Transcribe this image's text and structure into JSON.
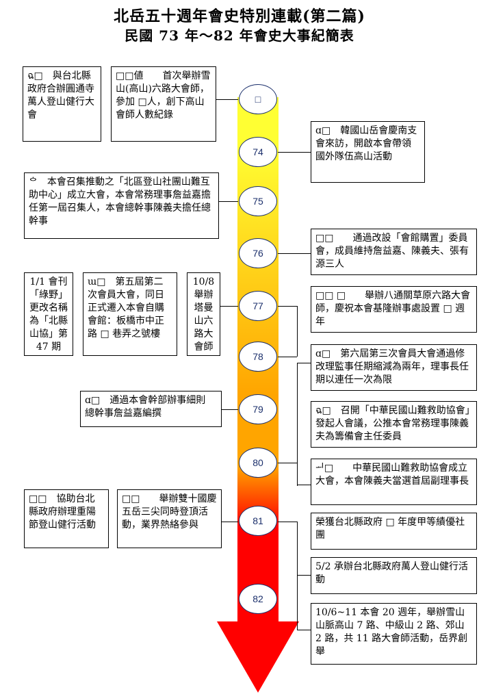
{
  "header": {
    "title": "北岳五十週年會史特別連載(第二篇)",
    "subtitle": "民國 73 年～82 年會史大事紀簡表"
  },
  "colors": {
    "arrow_top": "#ffff33",
    "arrow_mid": "#ffa500",
    "arrow_bottom": "#ff0000",
    "circle_text": "#1b2f6b"
  },
  "years": [
    "□",
    "74",
    "75",
    "76",
    "77",
    "78",
    "79",
    "80",
    "81",
    "82"
  ],
  "events": {
    "l_73a": "ฉ□　與台北縣政府合辦圓通寺萬人登山健行大會",
    "l_73b": "□□値　　首次舉辦雪山(高山)六路大會師，參加 □人，創下高山會師人數紀錄",
    "r_74": "ɑ□　韓國山岳會慶南支會來訪，開啟本會帶領國外隊伍高山活動",
    "l_75": "ᅌ　本會召集推動之「北區登山社團山難互助中心」成立大會，本會常務理事詹益嘉擔任第一屆召集人，本會總幹事陳義夫擔任總幹事",
    "r_76": "□□　　通過改設「會館購置」委員會，成員維持詹益嘉、陳義夫、張有源三人",
    "l_77a": "1/1 會刊「綠野」更改名稱為「北縣山協」第 47 期",
    "l_77b": "ɯ□　第五屆第二次會員大會，同日正式遷入本會自購會館：板橋市中正路 □ 巷弄之號樓",
    "l_77c": "10/8 舉辦塔曼山六路大會師",
    "r_77": "□□ □　　舉辦八通關草原六路大會師，慶祝本會基隆辦事處設置 □ 週年",
    "r_78": "ɑ□　第六屆第三次會員大會通過修改理監事任期縮減為兩年，理事長任期以連任一次為限",
    "l_79": "ɑ□　通過本會幹部辦事細則　總幹事詹益嘉編撰",
    "r_79": "ฉ□　召開「中華民國山難救助協會」發起人會議，公推本會常務理事陳義夫為籌備會主任委員",
    "r_80": "ᅬ□　　中華民國山難救助協會成立大會，本會陳義夫當選首屆副理事長",
    "l_81a": "□□　協助台北縣政府辦理重陽節登山健行活動",
    "l_81b": "□□　　舉辦雙十國慶五岳三尖同時登頂活動，業界熱絡參與",
    "r_81": "榮獲台北縣政府 □ 年度甲等績優社團",
    "r_82a": "5/2 承辦台北縣政府萬人登山健行活動",
    "r_82b": "10/6~11 本會 20 週年，舉辦雪山山脈高山 7 路、中級山 2 路、郊山 2 路，共 11 路大會師活動，岳界創舉"
  }
}
